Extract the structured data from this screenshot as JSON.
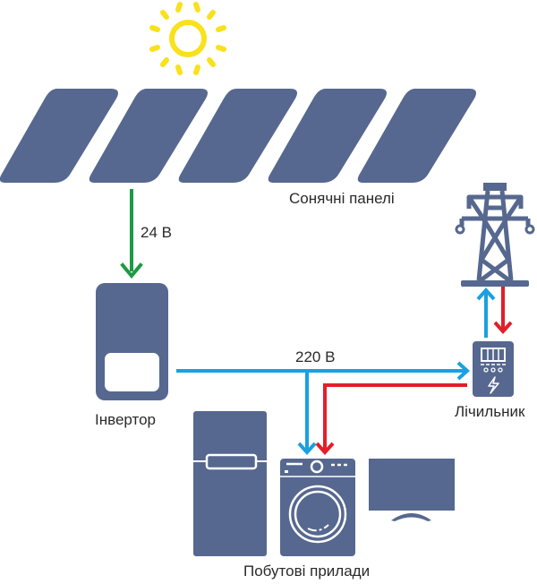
{
  "colors": {
    "device": "#56688f",
    "sun": "#f9e11b",
    "dc_arrow": "#1d9a43",
    "ac_out": "#1aa0e0",
    "grid_in": "#e31e2a",
    "label": "#2a2a2a"
  },
  "labels": {
    "solar_panels": "Сонячні панелі",
    "dc_voltage": "24 В",
    "inverter": "Інвертор",
    "ac_voltage": "220 В",
    "meter": "Лічильник",
    "appliances": "Побутові прилади"
  },
  "nodes": [
    {
      "id": "sun",
      "icon": "sun-icon"
    },
    {
      "id": "solar-panels",
      "icon": "solar-panel-icon",
      "count": 5
    },
    {
      "id": "inverter",
      "icon": "inverter-icon"
    },
    {
      "id": "power-grid",
      "icon": "power-tower-icon"
    },
    {
      "id": "meter",
      "icon": "electric-meter-icon"
    },
    {
      "id": "fridge",
      "icon": "fridge-icon"
    },
    {
      "id": "washing-machine",
      "icon": "washing-machine-icon"
    },
    {
      "id": "tv",
      "icon": "tv-icon"
    }
  ],
  "flows": [
    {
      "from": "solar-panels",
      "to": "inverter",
      "label": "24 В",
      "color": "dc_arrow"
    },
    {
      "from": "inverter",
      "to": "meter",
      "label": "220 В",
      "color": "ac_out"
    },
    {
      "from": "inverter",
      "to": "washing-machine",
      "color": "ac_out"
    },
    {
      "from": "meter",
      "to": "power-grid",
      "color": "ac_out"
    },
    {
      "from": "power-grid",
      "to": "meter",
      "color": "grid_in"
    },
    {
      "from": "meter",
      "to": "washing-machine",
      "color": "grid_in"
    }
  ]
}
